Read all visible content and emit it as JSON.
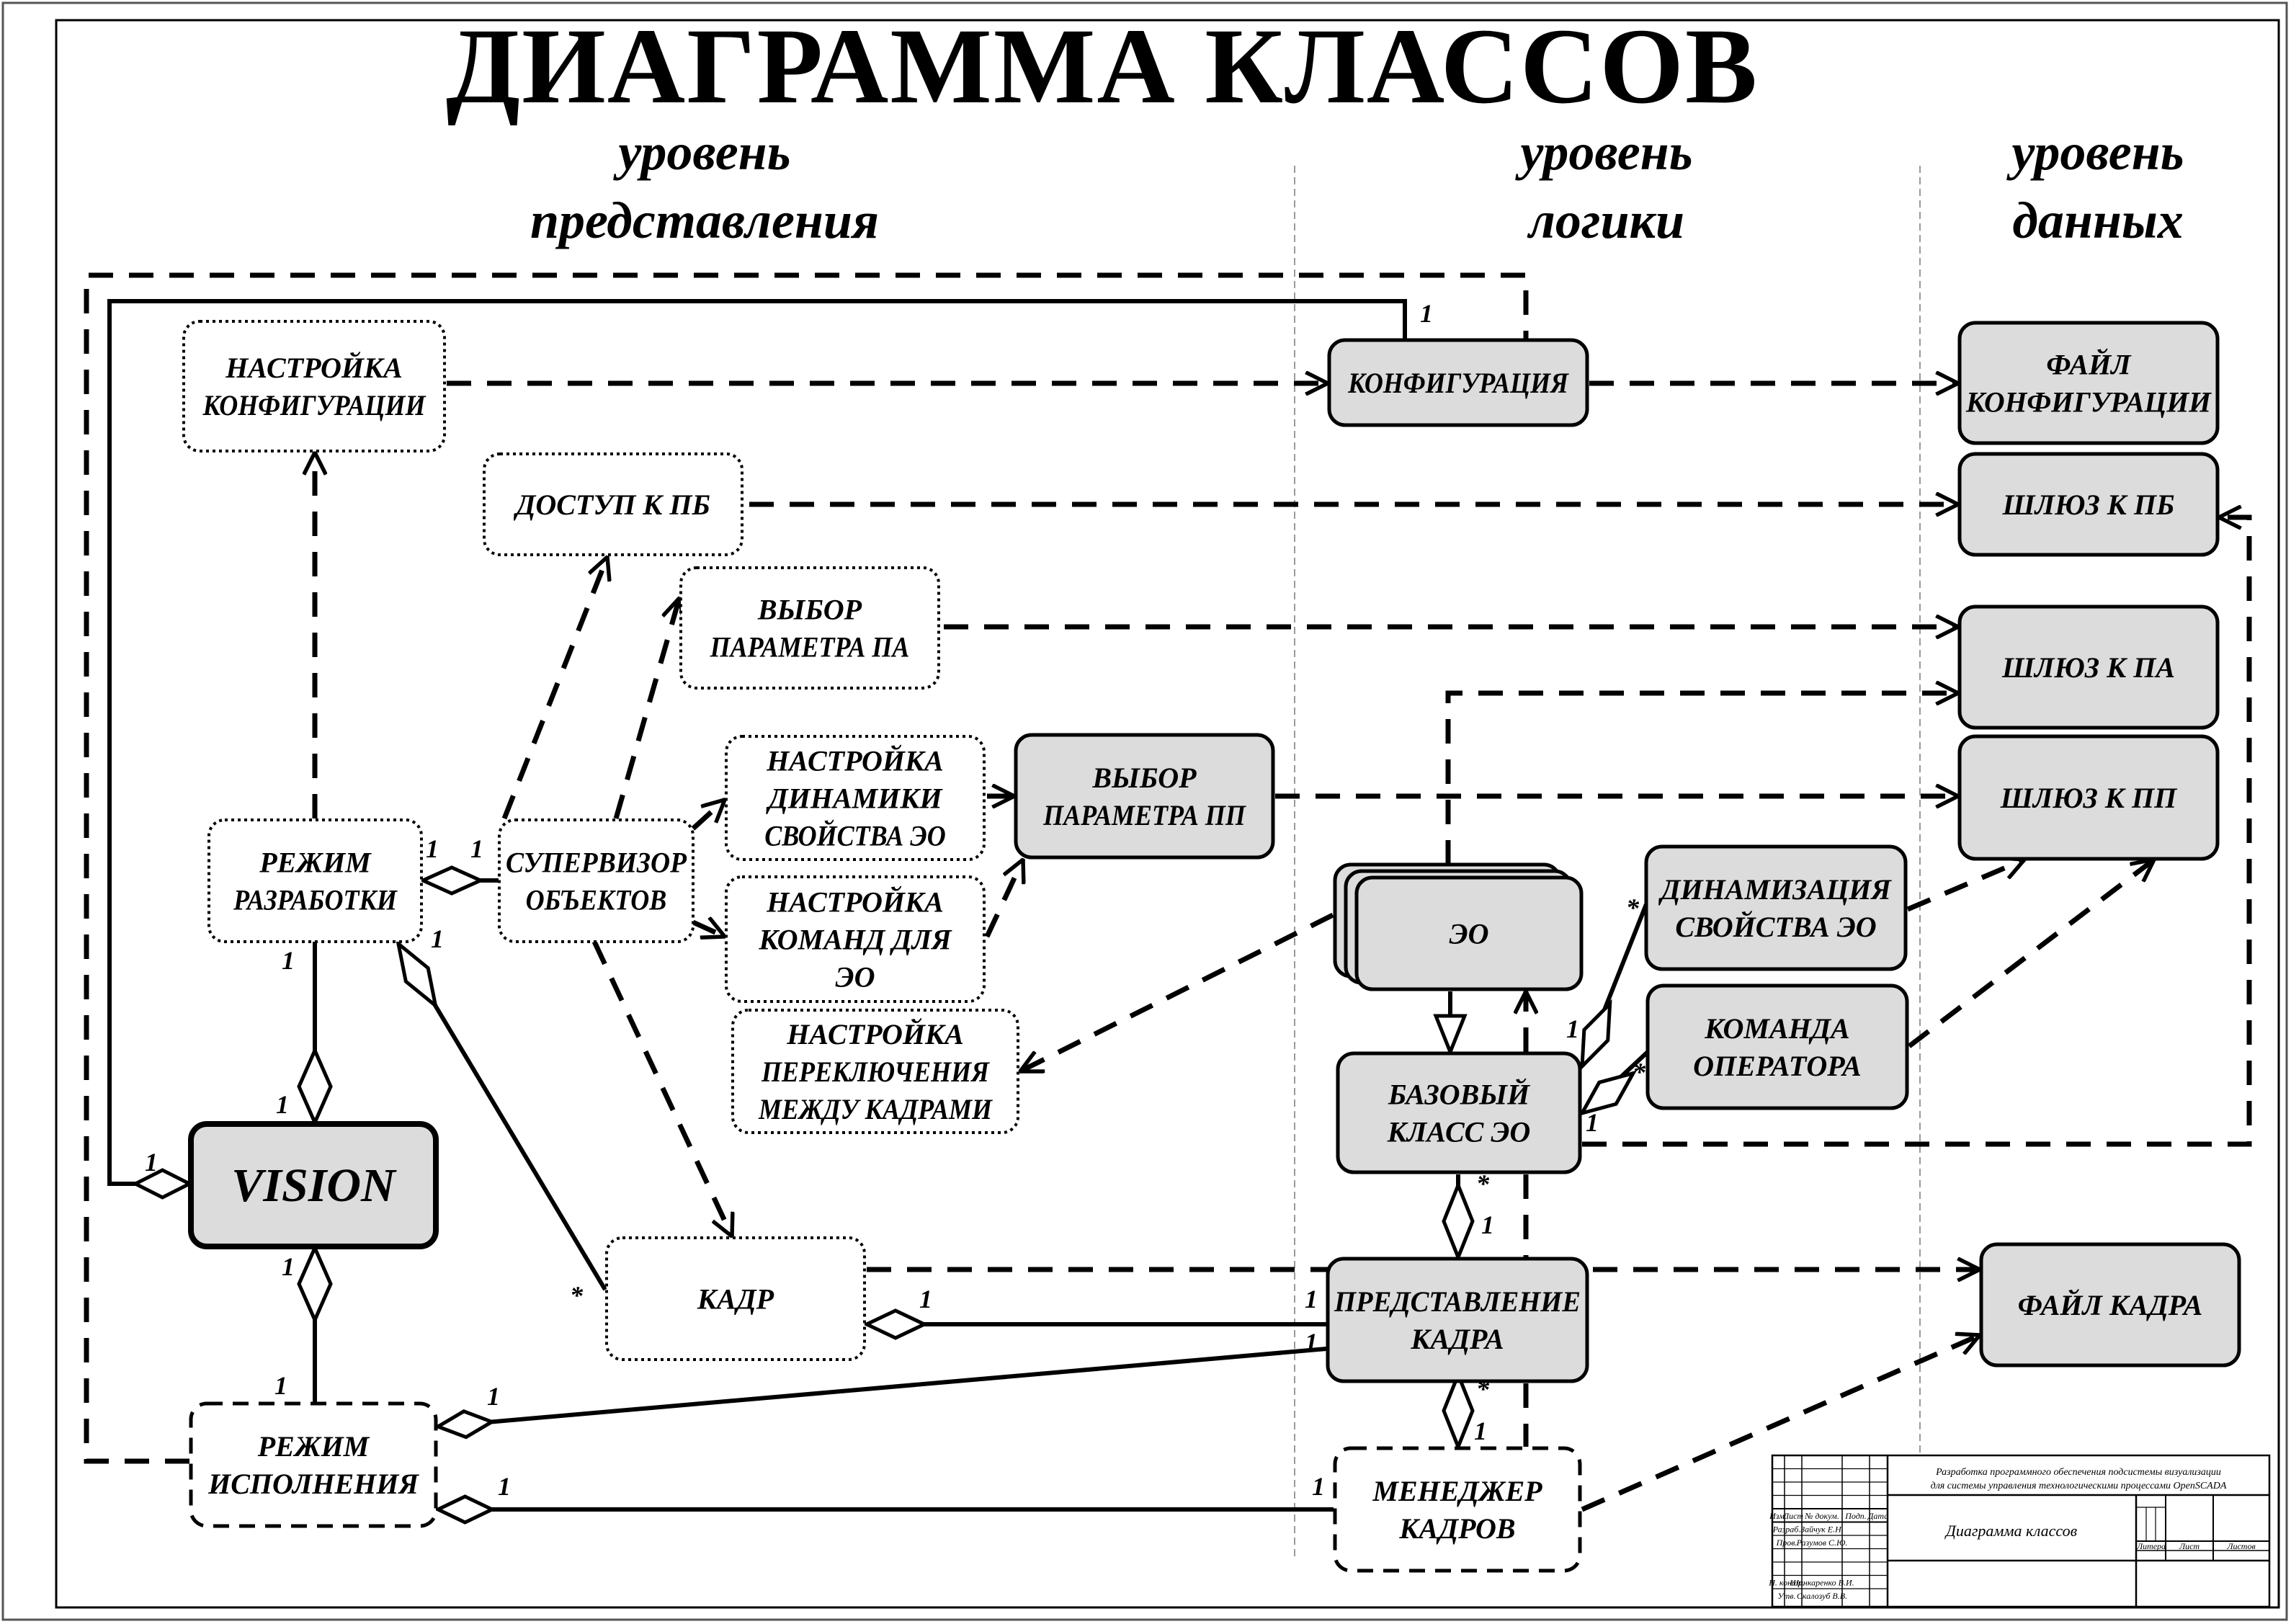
{
  "title": "ДИАГРАММА КЛАССОВ",
  "colors": {
    "box_fill": "#dcdcdc",
    "stroke": "#000000",
    "divider": "#9a9a9a",
    "background": "#ffffff"
  },
  "levels": [
    {
      "id": "presentation",
      "line1": "уровень",
      "line2": "представления"
    },
    {
      "id": "logic",
      "line1": "уровень",
      "line2": "логики"
    },
    {
      "id": "data",
      "line1": "уровень",
      "line2": "данных"
    }
  ],
  "boxes": [
    {
      "id": "nastroika_konf",
      "lines": [
        "НАСТРОЙКА",
        "КОНФИГУРАЦИИ"
      ],
      "style": "dotted"
    },
    {
      "id": "dostup_pb",
      "lines": [
        "ДОСТУП К ПБ"
      ],
      "style": "dotted"
    },
    {
      "id": "vybor_pa",
      "lines": [
        "ВЫБОР",
        "ПАРАМЕТРА ПА"
      ],
      "style": "dotted"
    },
    {
      "id": "nastroika_din",
      "lines": [
        "НАСТРОЙКА",
        "ДИНАМИКИ",
        "СВОЙСТВА ЭО"
      ],
      "style": "dotted"
    },
    {
      "id": "vybor_pp",
      "lines": [
        "ВЫБОР",
        "ПАРАМЕТРА ПП"
      ],
      "style": "filled"
    },
    {
      "id": "rezhim_razr",
      "lines": [
        "РЕЖИМ",
        "РАЗРАБОТКИ"
      ],
      "style": "dotted"
    },
    {
      "id": "supervizor",
      "lines": [
        "СУПЕРВИЗОР",
        "ОБЪЕКТОВ"
      ],
      "style": "dotted"
    },
    {
      "id": "nastroika_kom",
      "lines": [
        "НАСТРОЙКА",
        "КОМАНД ДЛЯ",
        "ЭО"
      ],
      "style": "dotted"
    },
    {
      "id": "nastroika_perekl",
      "lines": [
        "НАСТРОЙКА",
        "ПЕРЕКЛЮЧЕНИЯ",
        "МЕЖДУ КАДРАМИ"
      ],
      "style": "dotted"
    },
    {
      "id": "vision",
      "lines": [
        "VISION"
      ],
      "style": "filled-bold"
    },
    {
      "id": "kadr",
      "lines": [
        "КАДР"
      ],
      "style": "dotted"
    },
    {
      "id": "rezhim_isp",
      "lines": [
        "РЕЖИМ",
        "ИСПОЛНЕНИЯ"
      ],
      "style": "dashed"
    },
    {
      "id": "konfiguraciya",
      "lines": [
        "КОНФИГУРАЦИЯ"
      ],
      "style": "filled"
    },
    {
      "id": "eo",
      "lines": [
        "ЭО"
      ],
      "style": "stacked"
    },
    {
      "id": "bazovy",
      "lines": [
        "БАЗОВЫЙ",
        "КЛАСС ЭО"
      ],
      "style": "filled"
    },
    {
      "id": "predstavlenie",
      "lines": [
        "ПРЕДСТАВЛЕНИЕ",
        "КАДРА"
      ],
      "style": "filled"
    },
    {
      "id": "menedzher",
      "lines": [
        "МЕНЕДЖЕР",
        "КАДРОВ"
      ],
      "style": "dashed"
    },
    {
      "id": "dinamizaciya",
      "lines": [
        "ДИНАМИЗАЦИЯ",
        "СВОЙСТВА ЭО"
      ],
      "style": "filled"
    },
    {
      "id": "komanda",
      "lines": [
        "КОМАНДА",
        "ОПЕРАТОРА"
      ],
      "style": "filled"
    },
    {
      "id": "fail_konf",
      "lines": [
        "ФАЙЛ",
        "КОНФИГУРАЦИИ"
      ],
      "style": "filled"
    },
    {
      "id": "shluz_pb",
      "lines": [
        "ШЛЮЗ К ПБ"
      ],
      "style": "filled"
    },
    {
      "id": "shluz_pa",
      "lines": [
        "ШЛЮЗ К ПА"
      ],
      "style": "filled"
    },
    {
      "id": "shluz_pp",
      "lines": [
        "ШЛЮЗ К ПП"
      ],
      "style": "filled"
    },
    {
      "id": "fail_kadra",
      "lines": [
        "ФАЙЛ КАДРА"
      ],
      "style": "filled"
    }
  ],
  "relations": [
    {
      "id": "r_nk_konf",
      "type": "dependency",
      "from": "nastroika_konf",
      "to": "konfiguraciya"
    },
    {
      "id": "r_konf_fail",
      "type": "dependency",
      "from": "konfiguraciya",
      "to": "fail_konf"
    },
    {
      "id": "r_dostup_shluz",
      "type": "dependency",
      "from": "dostup_pb",
      "to": "shluz_pb"
    },
    {
      "id": "r_vyborpa_shluz",
      "type": "dependency",
      "from": "vybor_pa",
      "to": "shluz_pa"
    },
    {
      "id": "r_vyborpp_shluz",
      "type": "dependency",
      "from": "vybor_pp",
      "to": "shluz_pp"
    },
    {
      "id": "r_razr_nk",
      "type": "dependency",
      "from": "rezhim_razr",
      "to": "nastroika_konf"
    },
    {
      "id": "r_sup_dostup",
      "type": "dependency",
      "from": "supervizor",
      "to": "dostup_pb"
    },
    {
      "id": "r_sup_vyborpa",
      "type": "dependency",
      "from": "supervizor",
      "to": "vybor_pa"
    },
    {
      "id": "r_sup_din",
      "type": "dependency",
      "from": "supervizor",
      "to": "nastroika_din"
    },
    {
      "id": "r_sup_kom",
      "type": "dependency",
      "from": "supervizor",
      "to": "nastroika_kom"
    },
    {
      "id": "r_sup_kadr",
      "type": "dependency",
      "from": "supervizor",
      "to": "kadr"
    },
    {
      "id": "r_din_vyborpp",
      "type": "dependency",
      "from": "nastroika_din",
      "to": "vybor_pp"
    },
    {
      "id": "r_kom_vyborpp",
      "type": "dependency",
      "from": "nastroika_kom",
      "to": "vybor_pp"
    },
    {
      "id": "r_eo_perekl",
      "type": "dependency",
      "from": "eo",
      "to": "nastroika_perekl"
    },
    {
      "id": "r_eo_shluzpa",
      "type": "dependency",
      "from": "eo",
      "to": "shluz_pa"
    },
    {
      "id": "r_baz_eo",
      "type": "dependency",
      "from": "bazovy",
      "to": "eo"
    },
    {
      "id": "r_eo_baz",
      "type": "generalization",
      "from": "eo",
      "to": "bazovy"
    },
    {
      "id": "r_baz_shluzpb",
      "type": "dependency",
      "from": "bazovy",
      "to": "shluz_pb"
    },
    {
      "id": "r_dinam_shluzpp",
      "type": "dependency",
      "from": "dinamizaciya",
      "to": "shluz_pp"
    },
    {
      "id": "r_komanda_shluzpp",
      "type": "dependency",
      "from": "komanda",
      "to": "shluz_pp"
    },
    {
      "id": "r_kadr_fail",
      "type": "dependency",
      "from": "kadr",
      "to": "fail_kadra"
    },
    {
      "id": "r_men_fail",
      "type": "dependency",
      "from": "menedzher",
      "to": "fail_kadra"
    },
    {
      "id": "r_isp_konf",
      "type": "dependency",
      "from": "rezhim_isp",
      "to": "konfiguraciya"
    },
    {
      "id": "r_pred_men",
      "type": "dependency",
      "from": "predstavlenie",
      "to": "menedzher"
    },
    {
      "id": "r_razr_sup",
      "type": "aggregation",
      "from": "rezhim_razr",
      "to": "supervizor",
      "m_from": "1",
      "m_to": "1"
    },
    {
      "id": "r_vision_razr",
      "type": "aggregation",
      "from": "vision",
      "to": "rezhim_razr",
      "m_from": "1",
      "m_to": "1"
    },
    {
      "id": "r_vision_isp",
      "type": "aggregation",
      "from": "vision",
      "to": "rezhim_isp",
      "m_from": "1",
      "m_to": "1"
    },
    {
      "id": "r_vision_konf",
      "type": "aggregation",
      "from": "vision",
      "to": "konfiguraciya",
      "m_from": "1",
      "m_to": "1"
    },
    {
      "id": "r_razr_kadr",
      "type": "aggregation",
      "from": "rezhim_razr",
      "to": "kadr",
      "m_from": "1",
      "m_to": "*"
    },
    {
      "id": "r_kadr_pred",
      "type": "aggregation",
      "from": "kadr",
      "to": "predstavlenie",
      "m_from": "1",
      "m_to": "1"
    },
    {
      "id": "r_isp_pred",
      "type": "aggregation",
      "from": "rezhim_isp",
      "to": "predstavlenie",
      "m_from": "1",
      "m_to": "1"
    },
    {
      "id": "r_isp_men",
      "type": "aggregation",
      "from": "rezhim_isp",
      "to": "menedzher",
      "m_from": "1",
      "m_to": "1"
    },
    {
      "id": "r_pred_baz",
      "type": "aggregation",
      "from": "predstavlenie",
      "to": "bazovy",
      "m_from": "1",
      "m_to": "*"
    },
    {
      "id": "r_men_pred",
      "type": "aggregation",
      "from": "menedzher",
      "to": "predstavlenie",
      "m_from": "1",
      "m_to": "*"
    },
    {
      "id": "r_baz_dinam",
      "type": "aggregation",
      "from": "bazovy",
      "to": "dinamizaciya",
      "m_from": "1",
      "m_to": "*"
    },
    {
      "id": "r_baz_komanda",
      "type": "aggregation",
      "from": "bazovy",
      "to": "komanda",
      "m_from": "1",
      "m_to": "*"
    }
  ],
  "title_block": {
    "project_line1": "Разработка программного обеспечения подсистемы визуализации",
    "project_line2": "для системы управления технологическими процессами OpenSCADA",
    "sheet_name": "Диаграмма классов",
    "headers": {
      "izm": "Изм.",
      "list": "Лист",
      "doc": "№ докум.",
      "sign": "Подп.",
      "date": "Дата"
    },
    "roles": [
      {
        "role": "Разраб.",
        "name": "Зайчук Е.Н."
      },
      {
        "role": "Пров.",
        "name": "Разумов С.Ю."
      },
      {
        "role": "",
        "name": ""
      },
      {
        "role": "",
        "name": ""
      },
      {
        "role": "Н. контр.",
        "name": "Шинкаренко В.И."
      },
      {
        "role": "Утв.",
        "name": "Скалозуб В.В."
      }
    ],
    "litera": "Литера",
    "sheet": "Лист",
    "sheets": "Листов"
  }
}
